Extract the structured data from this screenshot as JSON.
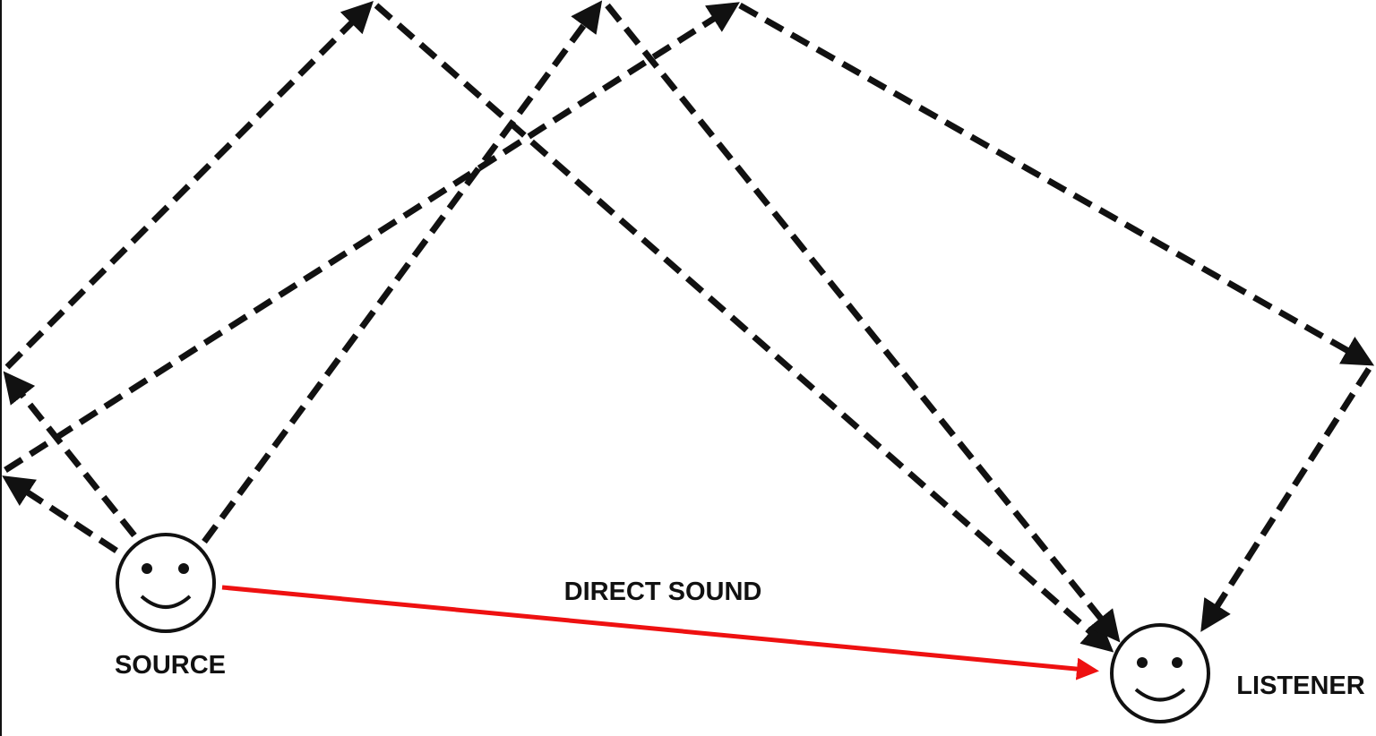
{
  "labels": {
    "source": "SOURCE",
    "listener": "LISTENER",
    "direct_sound": "DIRECT SOUND"
  },
  "colors": {
    "reflected_path": "#111111",
    "direct_path": "#ee1111",
    "face": "#111111",
    "background": "#ffffff"
  },
  "icons": {
    "source": "smiley-face-icon",
    "listener": "smiley-face-icon"
  },
  "legend": {
    "direct_path_style": "solid red arrow",
    "reflected_path_style": "dashed black arrows"
  }
}
